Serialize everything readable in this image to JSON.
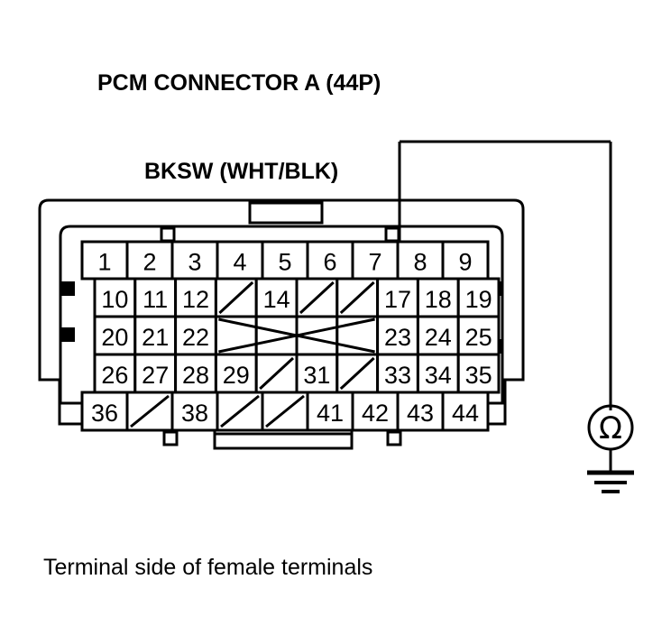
{
  "diagram": {
    "title": "PCM CONNECTOR A (44P)",
    "signal_label": "BKSW (WHT/BLK)",
    "caption": "Terminal side of female terminals",
    "ohm_symbol": "Ω",
    "measured_pin": "8",
    "ink_color": "#000000",
    "background_color": "#ffffff"
  },
  "connector": {
    "name": "PCM CONNECTOR A",
    "pin_count": "44P",
    "rows": [
      {
        "row_index": 1,
        "cells": [
          {
            "label": "1",
            "state": "pin"
          },
          {
            "label": "2",
            "state": "pin"
          },
          {
            "label": "3",
            "state": "pin"
          },
          {
            "label": "4",
            "state": "pin"
          },
          {
            "label": "5",
            "state": "pin"
          },
          {
            "label": "6",
            "state": "pin"
          },
          {
            "label": "7",
            "state": "pin"
          },
          {
            "label": "8",
            "state": "pin"
          },
          {
            "label": "9",
            "state": "pin"
          }
        ]
      },
      {
        "row_index": 2,
        "cells": [
          {
            "label": "10",
            "state": "pin"
          },
          {
            "label": "11",
            "state": "pin"
          },
          {
            "label": "12",
            "state": "pin"
          },
          {
            "label": "",
            "state": "blank-diagonal"
          },
          {
            "label": "14",
            "state": "pin"
          },
          {
            "label": "",
            "state": "blank-diagonal"
          },
          {
            "label": "",
            "state": "blank-diagonal"
          },
          {
            "label": "17",
            "state": "pin"
          },
          {
            "label": "18",
            "state": "pin"
          },
          {
            "label": "19",
            "state": "pin"
          }
        ]
      },
      {
        "row_index": 3,
        "cells": [
          {
            "label": "20",
            "state": "pin"
          },
          {
            "label": "21",
            "state": "pin"
          },
          {
            "label": "22",
            "state": "pin"
          },
          {
            "label": "",
            "state": "blank-x-span"
          },
          {
            "label": "",
            "state": "blank-x-span"
          },
          {
            "label": "",
            "state": "blank-x-span"
          },
          {
            "label": "",
            "state": "blank-x-span"
          },
          {
            "label": "23",
            "state": "pin"
          },
          {
            "label": "24",
            "state": "pin"
          },
          {
            "label": "25",
            "state": "pin"
          }
        ]
      },
      {
        "row_index": 4,
        "cells": [
          {
            "label": "26",
            "state": "pin"
          },
          {
            "label": "27",
            "state": "pin"
          },
          {
            "label": "28",
            "state": "pin"
          },
          {
            "label": "29",
            "state": "pin"
          },
          {
            "label": "",
            "state": "blank-diagonal"
          },
          {
            "label": "31",
            "state": "pin"
          },
          {
            "label": "",
            "state": "blank-diagonal"
          },
          {
            "label": "33",
            "state": "pin"
          },
          {
            "label": "34",
            "state": "pin"
          },
          {
            "label": "35",
            "state": "pin"
          }
        ]
      },
      {
        "row_index": 5,
        "cells": [
          {
            "label": "36",
            "state": "pin"
          },
          {
            "label": "",
            "state": "blank-diagonal"
          },
          {
            "label": "38",
            "state": "pin"
          },
          {
            "label": "",
            "state": "blank-diagonal"
          },
          {
            "label": "",
            "state": "blank-diagonal"
          },
          {
            "label": "41",
            "state": "pin"
          },
          {
            "label": "42",
            "state": "pin"
          },
          {
            "label": "43",
            "state": "pin"
          },
          {
            "label": "44",
            "state": "pin"
          }
        ]
      }
    ]
  },
  "instrument": {
    "type": "ohmmeter",
    "symbol": "Ω",
    "ground": "chassis-ground"
  }
}
